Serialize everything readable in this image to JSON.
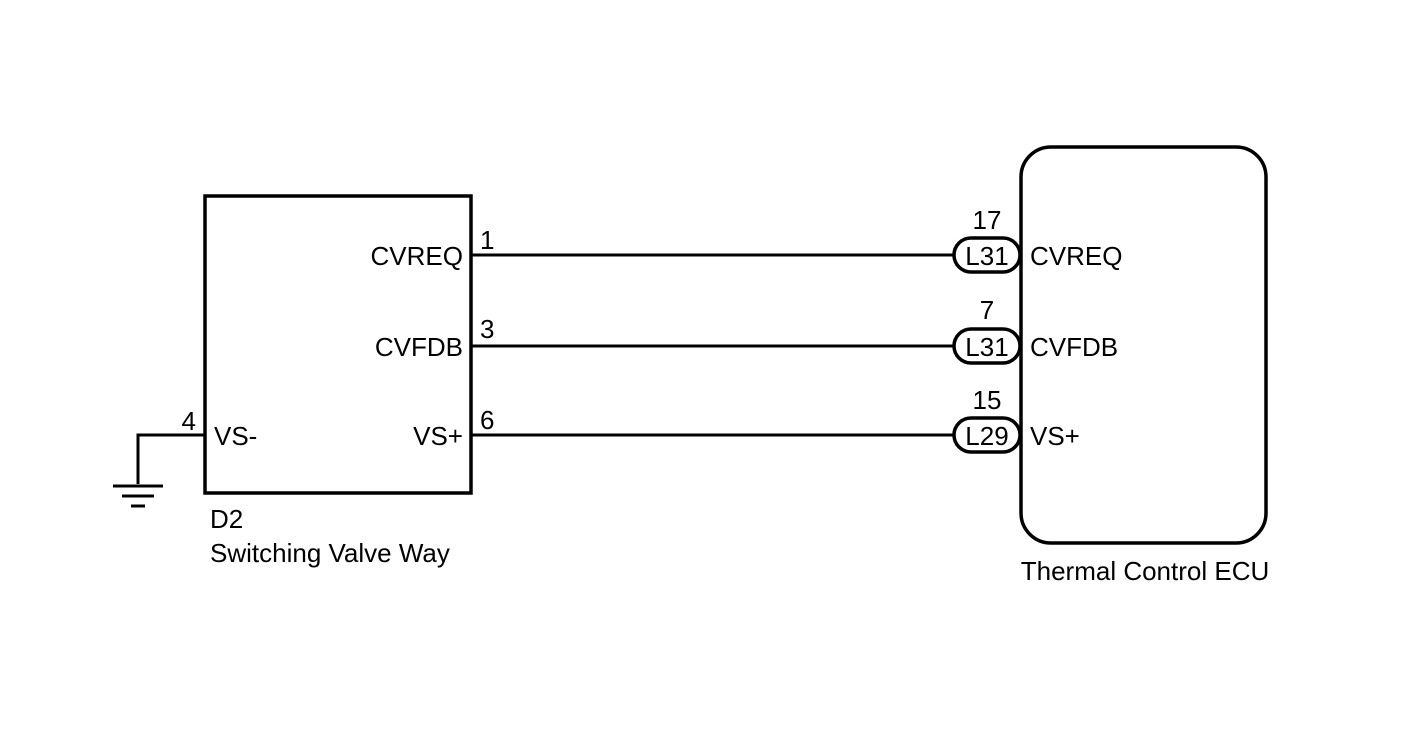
{
  "diagram": {
    "left_component": {
      "code": "D2",
      "name": "Switching Valve Way",
      "pins": [
        {
          "number": "1",
          "label": "CVREQ"
        },
        {
          "number": "3",
          "label": "CVFDB"
        },
        {
          "number": "6",
          "label": "VS+"
        },
        {
          "number": "4",
          "label": "VS-"
        }
      ]
    },
    "right_component": {
      "name": "Thermal Control ECU",
      "pins": [
        {
          "number": "17",
          "connector": "L31",
          "label": "CVREQ"
        },
        {
          "number": "7",
          "connector": "L31",
          "label": "CVFDB"
        },
        {
          "number": "15",
          "connector": "L29",
          "label": "VS+"
        }
      ]
    },
    "ground_symbol": "ground-icon"
  }
}
